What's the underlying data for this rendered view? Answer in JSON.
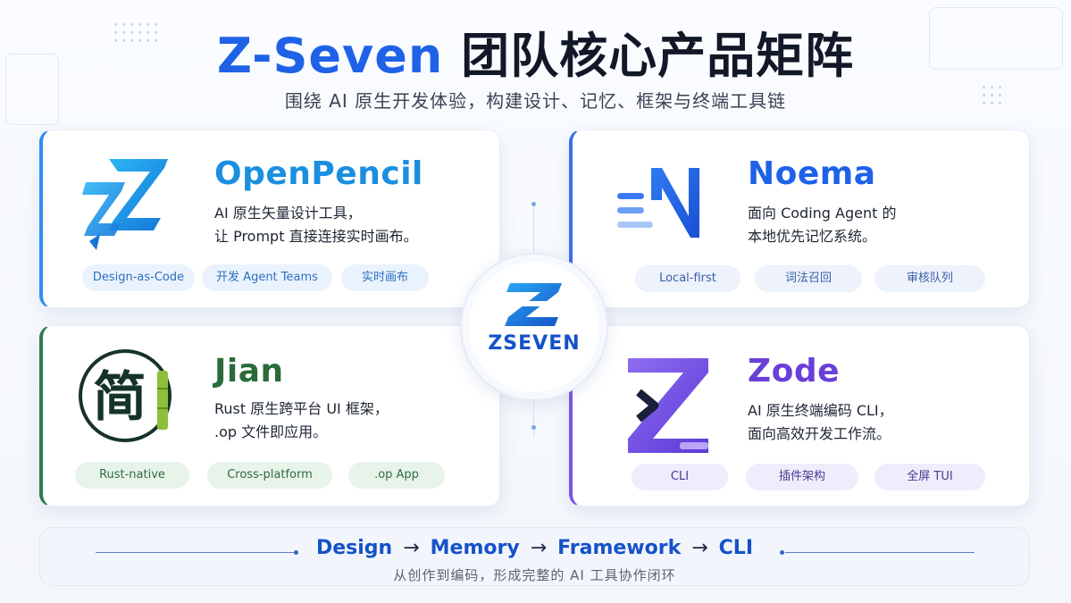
{
  "header": {
    "title_brand": "Z-Seven",
    "title_rest": "团队核心产品矩阵",
    "subtitle": "围绕 AI 原生开发体验，构建设计、记忆、框架与终端工具链"
  },
  "hub": {
    "label": "ZSEVEN",
    "icon": "zseven-logo-icon",
    "color": "#1552c8"
  },
  "products": {
    "openpencil": {
      "name": "OpenPencil",
      "color": "#1a8fe0",
      "icon": "openpencil-logo-icon",
      "desc_line1": "AI 原生矢量设计工具，",
      "desc_line2": "让 Prompt 直接连接实时画布。",
      "tags": [
        "Design-as-Code",
        "开发 Agent Teams",
        "实时画布"
      ]
    },
    "noema": {
      "name": "Noema",
      "color": "#1f62e8",
      "icon": "noema-logo-icon",
      "desc_line1": "面向 Coding Agent 的",
      "desc_line2": "本地优先记忆系统。",
      "tags": [
        "Local-first",
        "词法召回",
        "审核队列"
      ]
    },
    "jian": {
      "name": "Jian",
      "color": "#2a6b3a",
      "icon": "jian-logo-icon",
      "logo_char": "简",
      "desc_line1": "Rust 原生跨平台 UI 框架，",
      "desc_line2": ".op 文件即应用。",
      "tags": [
        "Rust-native",
        "Cross-platform",
        ".op App"
      ]
    },
    "zode": {
      "name": "Zode",
      "color": "#6a3fd8",
      "icon": "zode-logo-icon",
      "desc_line1": "AI 原生终端编码 CLI，",
      "desc_line2": "面向高效开发工作流。",
      "tags": [
        "CLI",
        "插件架构",
        "全屏 TUI"
      ]
    }
  },
  "footer": {
    "steps": [
      "Design",
      "Memory",
      "Framework",
      "CLI"
    ],
    "arrow": "→",
    "caption": "从创作到编码，形成完整的 AI 工具协作闭环"
  }
}
